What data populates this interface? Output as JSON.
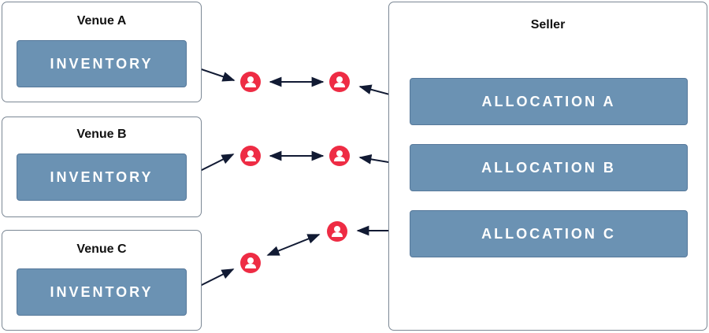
{
  "colors": {
    "block_fill": "#6b92b3",
    "block_border": "#56789a",
    "panel_border": "#7b8794",
    "person": "#ee2c44",
    "arrow": "#111a33"
  },
  "venues": [
    {
      "title": "Venue A",
      "block_label": "INVENTORY"
    },
    {
      "title": "Venue B",
      "block_label": "INVENTORY"
    },
    {
      "title": "Venue C",
      "block_label": "INVENTORY"
    }
  ],
  "seller": {
    "title": "Seller",
    "allocations": [
      {
        "label": "ALLOCATION A"
      },
      {
        "label": "ALLOCATION B"
      },
      {
        "label": "ALLOCATION C"
      }
    ]
  },
  "icons": {
    "person": "person-icon",
    "arrow": "double-arrow"
  }
}
